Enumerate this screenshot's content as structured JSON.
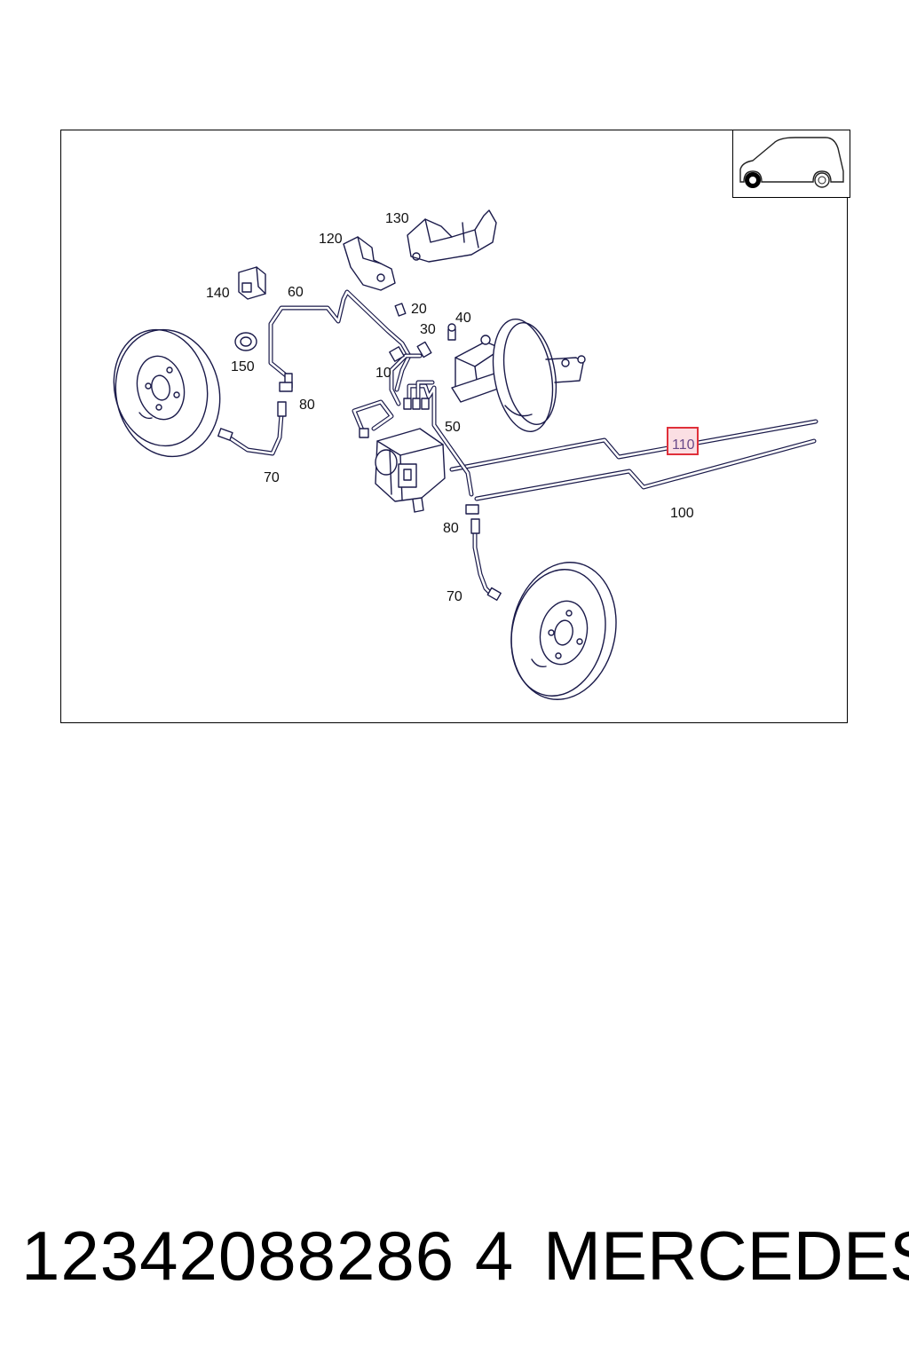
{
  "diagram": {
    "callouts": {
      "c10": "10",
      "c20": "20",
      "c30": "30",
      "c40": "40",
      "c50": "50",
      "c60": "60",
      "c70a": "70",
      "c70b": "70",
      "c80a": "80",
      "c80b": "80",
      "c100": "100",
      "c110": "110",
      "c120": "120",
      "c130": "130",
      "c140": "140",
      "c150": "150"
    },
    "highlight_color": "#e0303a",
    "line_color": "#1a1a4a"
  },
  "footer": {
    "part_number": "12342088286 4",
    "brand": "MERCEDES"
  }
}
